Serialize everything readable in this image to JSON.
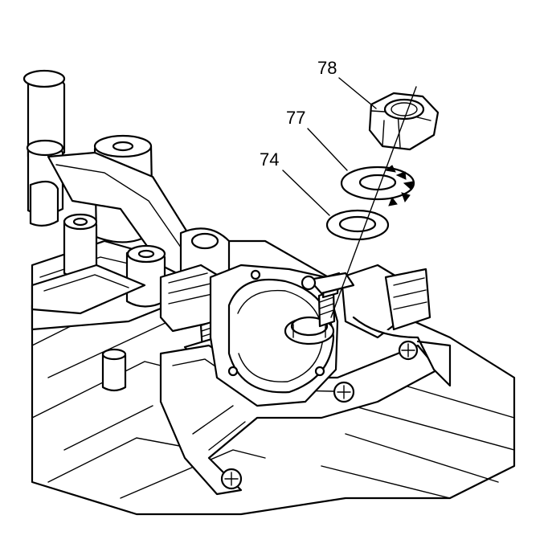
{
  "callouts": [
    {
      "id": "78",
      "label": "78",
      "part": "hex-nut"
    },
    {
      "id": "77",
      "label": "77",
      "part": "lock-washer"
    },
    {
      "id": "74",
      "label": "74",
      "part": "flat-washer"
    }
  ],
  "colors": {
    "line": "#000000",
    "background": "#ffffff"
  }
}
